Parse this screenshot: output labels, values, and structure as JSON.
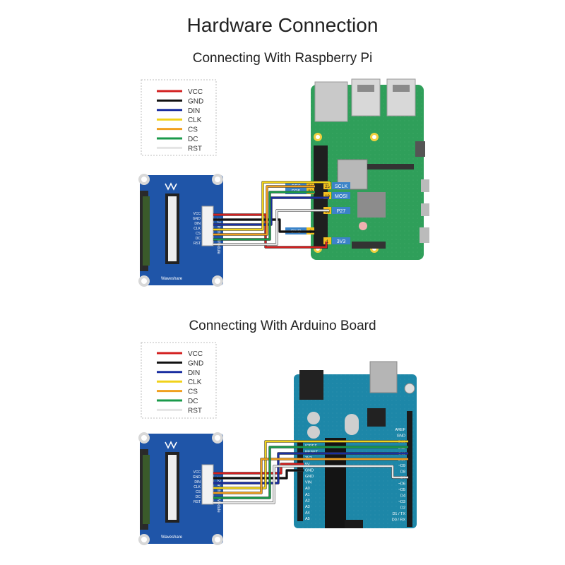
{
  "title": "Hardware Connection",
  "sections": [
    {
      "subtitle": "Connecting With Raspberry Pi"
    },
    {
      "subtitle": "Connecting With Arduino Board"
    }
  ],
  "legend": [
    {
      "label": "VCC",
      "color": "#d32020"
    },
    {
      "label": "GND",
      "color": "#111111"
    },
    {
      "label": "DIN",
      "color": "#1a2ea0"
    },
    {
      "label": "CLK",
      "color": "#f1d21a"
    },
    {
      "label": "CS",
      "color": "#f0a020"
    },
    {
      "label": "DC",
      "color": "#1a9a4a"
    },
    {
      "label": "RST",
      "color": "#e4e4e4"
    }
  ],
  "module": {
    "brand": "Waveshare",
    "pins": [
      "VCC",
      "GND",
      "DIN",
      "CLK",
      "CS",
      "DC",
      "RST"
    ],
    "side_text": "1.27inch",
    "side_text2": "Module"
  },
  "rpi": {
    "labels": {
      "ce0": "CE0",
      "p25": "P25",
      "gnd": "GND",
      "sclk": "SCLK",
      "mosi": "MOSI",
      "p27": "P27",
      "v33": "3V3"
    },
    "pin_numbers": {
      "p24": "24",
      "p22": "22",
      "p6": "6",
      "p23": "23",
      "p19": "19",
      "p13": "13",
      "p1": "1"
    }
  },
  "arduino": {
    "left_pins": [
      "IOREF",
      "RESET",
      "3V3",
      "5V",
      "GND",
      "GND",
      "VIN",
      "A0",
      "A1",
      "A2",
      "A3",
      "A4",
      "A5"
    ],
    "right_pins": [
      "AREF",
      "GND",
      "D13",
      "D12",
      "~D11",
      "~D10",
      "~D9",
      "D8",
      "D7",
      "~D6",
      "~D5",
      "D4",
      "~D3",
      "D2",
      "D1 / TX",
      "D0 / RX"
    ]
  }
}
